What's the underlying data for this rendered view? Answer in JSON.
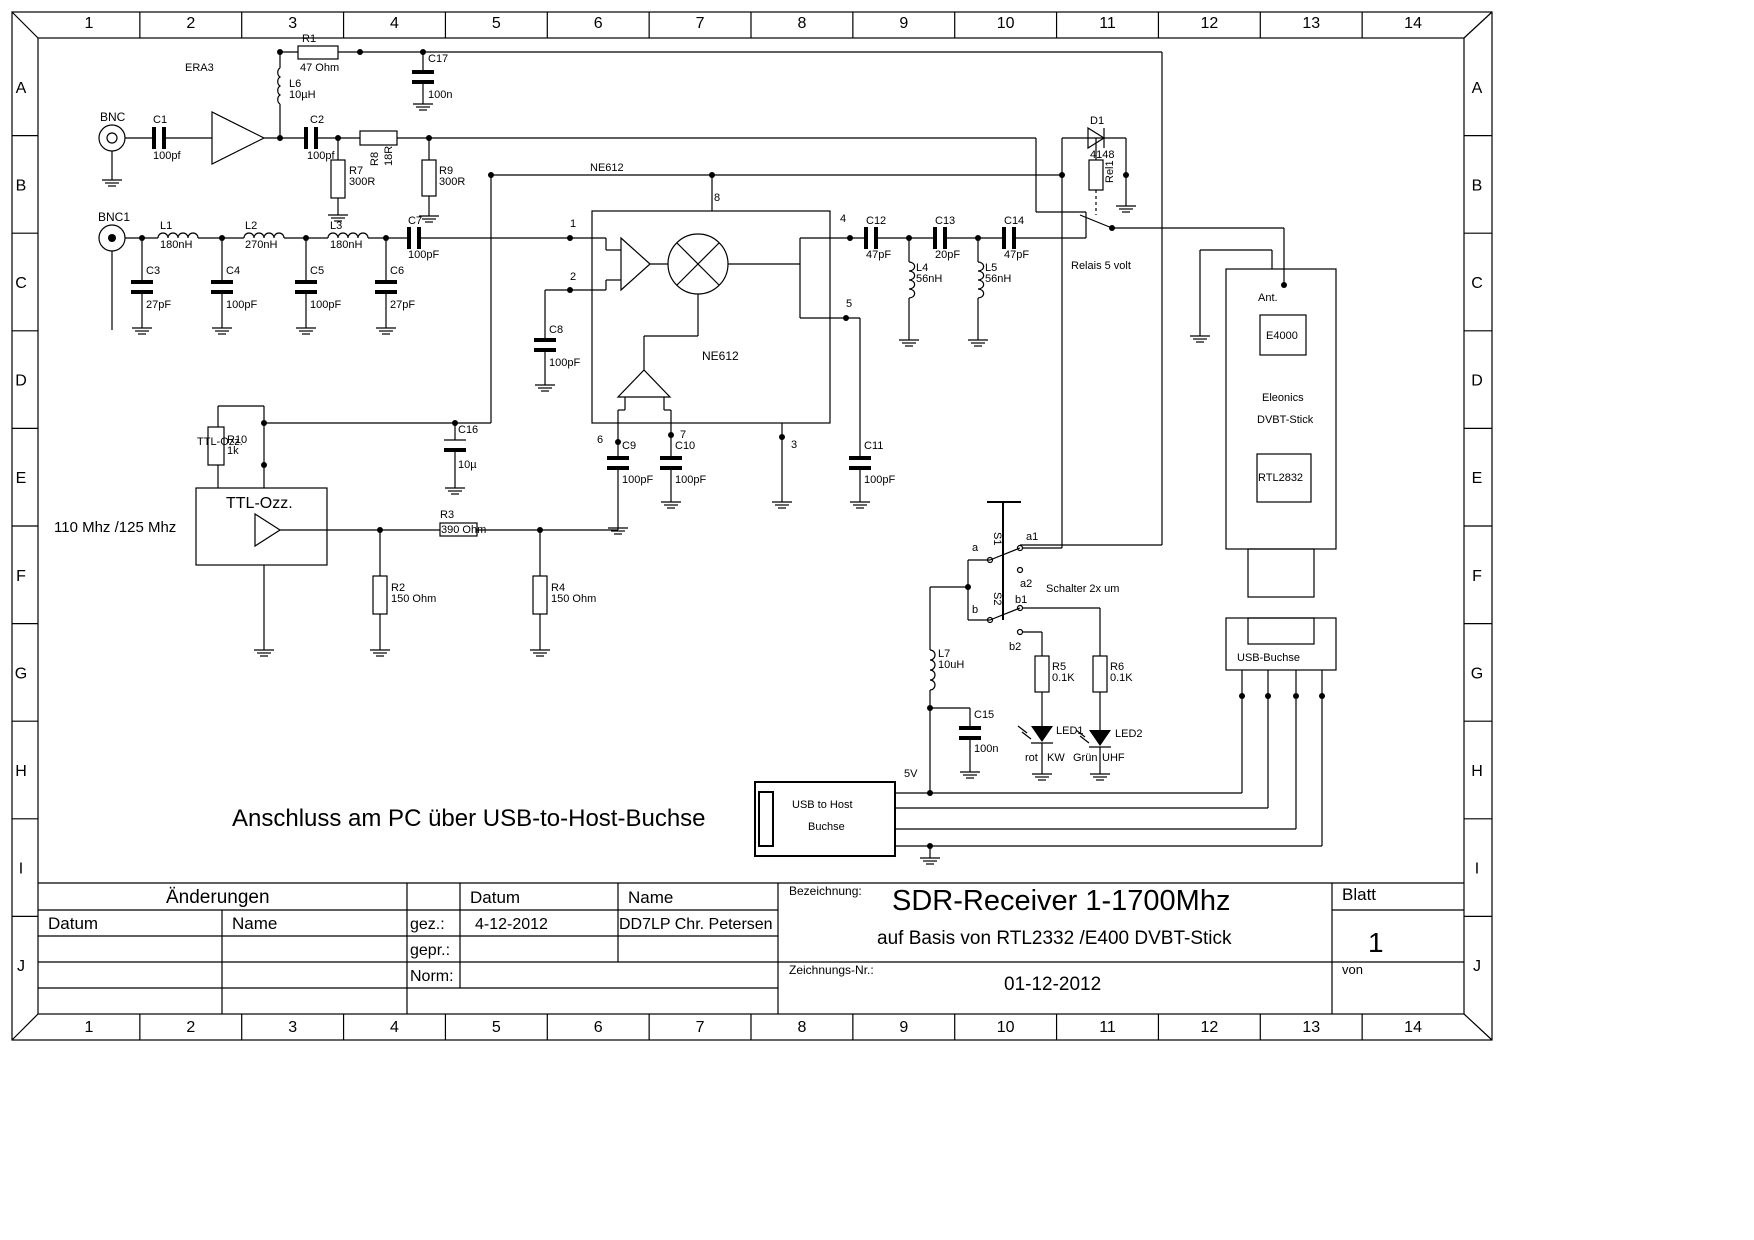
{
  "frame": {
    "columns": [
      "1",
      "2",
      "3",
      "4",
      "5",
      "6",
      "7",
      "8",
      "9",
      "10",
      "11",
      "12",
      "13",
      "14"
    ],
    "rows": [
      "A",
      "B",
      "C",
      "D",
      "E",
      "F",
      "G",
      "H",
      "I",
      "J"
    ]
  },
  "labels": {
    "era3": "ERA3",
    "bnc": "BNC",
    "bnc1": "BNC1",
    "c1": "C1",
    "c1v": "100pf",
    "c2": "C2",
    "c2v": "100pf",
    "c3": "C3",
    "c3v": "27pF",
    "c4": "C4",
    "c4v": "100pF",
    "c5": "C5",
    "c5v": "100pF",
    "c6": "C6",
    "c6v": "27pF",
    "c7": "C7",
    "c7v": "100pF",
    "c8": "C8",
    "c8v": "100pF",
    "c9": "C9",
    "c9v": "100pF",
    "c10": "C10",
    "c10v": "100pF",
    "c11": "C11",
    "c11v": "100pF",
    "c12": "C12",
    "c12v": "47pF",
    "c13": "C13",
    "c13v": "20pF",
    "c14": "C14",
    "c14v": "47pF",
    "c15": "C15",
    "c15v": "100n",
    "c16": "C16",
    "c16v": "10µ",
    "c17": "C17",
    "c17v": "100n",
    "r1": "R1",
    "r1v": "47 Ohm",
    "r2": "R2",
    "r2v": "150 Ohm",
    "r3": "R3",
    "r3v": "390 Ohm",
    "r4": "R4",
    "r4v": "150 Ohm",
    "r5": "R5",
    "r5v": "0.1K",
    "r6": "R6",
    "r6v": "0.1K",
    "r7": "R7",
    "r7v": "300R",
    "r8": "R8",
    "r8v": "18R",
    "r9": "R9",
    "r9v": "300R",
    "r10": "R10",
    "r10v": "1k",
    "l1": "L1",
    "l1v": "180nH",
    "l2": "L2",
    "l2v": "270nH",
    "l3": "L3",
    "l3v": "180nH",
    "l4": "L4",
    "l4v": "56nH",
    "l5": "L5",
    "l5v": "56nH",
    "l6": "L6",
    "l6v": "10µH",
    "l7": "L7",
    "l7v": "10uH",
    "ne612_top": "NE612",
    "ne612": "NE612",
    "pin1": "1",
    "pin2": "2",
    "pin3": "3",
    "pin4": "4",
    "pin5": "5",
    "pin6": "6",
    "pin7": "7",
    "pin8": "8",
    "d1": "D1",
    "d1v": "4148",
    "rel1": "Rel1",
    "relais": "Relais 5 volt",
    "ant": "Ant.",
    "e4000": "E4000",
    "eleonics": "Eleonics",
    "dvbt": "DVBT-Stick",
    "rtl": "RTL2832",
    "usb_buchse": "USB-Buchse",
    "usb_host_1": "USB to Host",
    "usb_host_2": "Buchse",
    "ttl_title": "TTL-Ozz.",
    "ttl_small": "TTL-Ozz.",
    "freq": "110 Mhz /125 Mhz",
    "five_v": "5V",
    "s1": "S1",
    "s2": "S2",
    "a": "a",
    "a1": "a1",
    "a2": "a2",
    "b": "b",
    "b1": "b1",
    "b2": "b2",
    "schalter": "Schalter 2x um",
    "led1": "LED1",
    "led2": "LED2",
    "rot": "rot",
    "kw": "KW",
    "gruen": "Grün",
    "uhf": "UHF",
    "anschluss": "Anschluss am PC über USB-to-Host-Buchse"
  },
  "title_block": {
    "aenderungen": "Änderungen",
    "datum": "Datum",
    "name": "Name",
    "datum2": "Datum",
    "name2": "Name",
    "gez": "gez.:",
    "gez_date": "4-12-2012",
    "gez_name": "DD7LP Chr. Petersen",
    "gepr": "gepr.:",
    "norm": "Norm:",
    "bezeichnung": "Bezeichnung:",
    "title": "SDR-Receiver 1-1700Mhz",
    "subtitle": "auf Basis von RTL2332 /E400 DVBT-Stick",
    "zeichnungs_nr": "Zeichnungs-Nr.:",
    "drawing_no": "01-12-2012",
    "blatt": "Blatt",
    "sheet": "1",
    "von": "von"
  }
}
